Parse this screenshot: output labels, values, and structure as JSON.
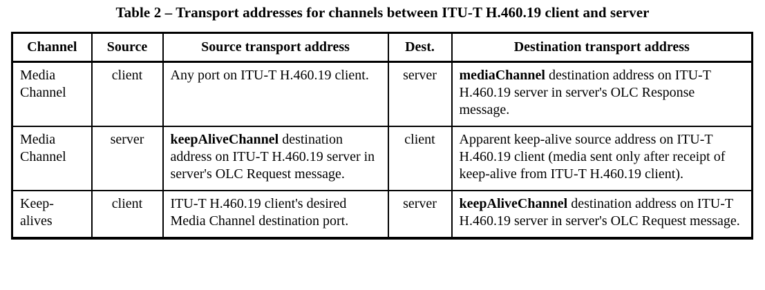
{
  "caption": "Table 2 – Transport addresses for channels between ITU-T H.460.19 client and server",
  "table": {
    "headers": [
      "Channel",
      "Source",
      "Source transport address",
      "Dest.",
      "Destination transport address"
    ],
    "rows": [
      {
        "channel": "Media Channel",
        "source": "client",
        "source_address_bold": "",
        "source_address_text": "Any port on ITU-T H.460.19 client.",
        "dest": "server",
        "dest_address_bold": "mediaChannel",
        "dest_address_text": " destination address on ITU-T H.460.19 server in server's OLC Response message."
      },
      {
        "channel": "Media Channel",
        "source": "server",
        "source_address_bold": "keepAliveChannel",
        "source_address_text": " destination address on ITU-T H.460.19 server in server's OLC Request message.",
        "dest": "client",
        "dest_address_bold": "",
        "dest_address_text": "Apparent keep-alive source address on ITU-T H.460.19 client (media sent only after receipt of keep-alive from ITU-T H.460.19 client)."
      },
      {
        "channel": "Keep-alives",
        "source": "client",
        "source_address_bold": "",
        "source_address_text": "ITU-T H.460.19 client's desired Media Channel destination port.",
        "dest": "server",
        "dest_address_bold": "keepAliveChannel",
        "dest_address_text": " destination address on ITU-T H.460.19 server in server's OLC Request message."
      }
    ]
  }
}
